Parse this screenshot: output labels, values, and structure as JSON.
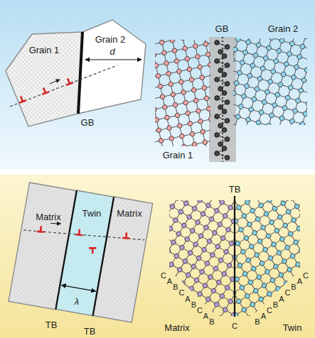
{
  "diagram": {
    "nodes": [
      {
        "text": [
          "Grain 1"
        ]
      },
      {
        "text": [
          "Grain 2"
        ]
      },
      {
        "text": [
          "Matrix"
        ]
      },
      {
        "text": [
          "Twin"
        ]
      },
      {
        "text": [
          "Matrix"
        ]
      }
    ],
    "labels": [
      "d",
      "GB",
      "GB",
      "Grain 2",
      "Grain 1",
      "λ",
      "TB",
      "TB",
      "TB",
      "C",
      "A",
      "B",
      "C",
      "A",
      "B",
      "C",
      "A",
      "B",
      "Matrix",
      "C",
      "B",
      "A",
      "C",
      "B",
      "A",
      "C",
      "B",
      "A",
      "C",
      "Twin"
    ]
  }
}
